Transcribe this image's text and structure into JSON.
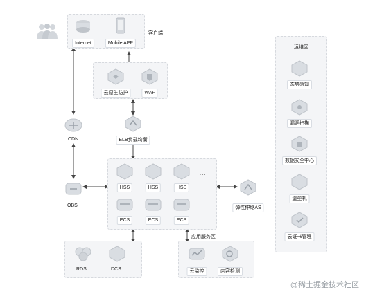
{
  "client_label": "客户端",
  "ops_label": "运维区",
  "app_zone_label": "应用服务区",
  "watermark": "@稀土掘金技术社区",
  "nodes": {
    "internet": "Internet",
    "mobile_app": "Mobile APP",
    "cloud_protect": "云原生防护",
    "waf": "WAF",
    "cdn": "CDN",
    "elb": "ELB负载均衡",
    "obs": "OBS",
    "hss1": "HSS",
    "hss2": "HSS",
    "hss3": "HSS",
    "ecs1": "ECS",
    "ecs2": "ECS",
    "ecs3": "ECS",
    "as": "弹性伸缩AS",
    "rds": "RDS",
    "dcs": "DCS",
    "monitor": "云监控",
    "content_check": "内容检测"
  },
  "ops_items": [
    "态势感知",
    "漏洞扫描",
    "数据安全中心",
    "堡垒机",
    "云证书管理"
  ],
  "ellipsis": "...",
  "colors": {
    "panel": "#f4f5f7",
    "icon": "#d9dde2",
    "arrow": "#444444"
  }
}
